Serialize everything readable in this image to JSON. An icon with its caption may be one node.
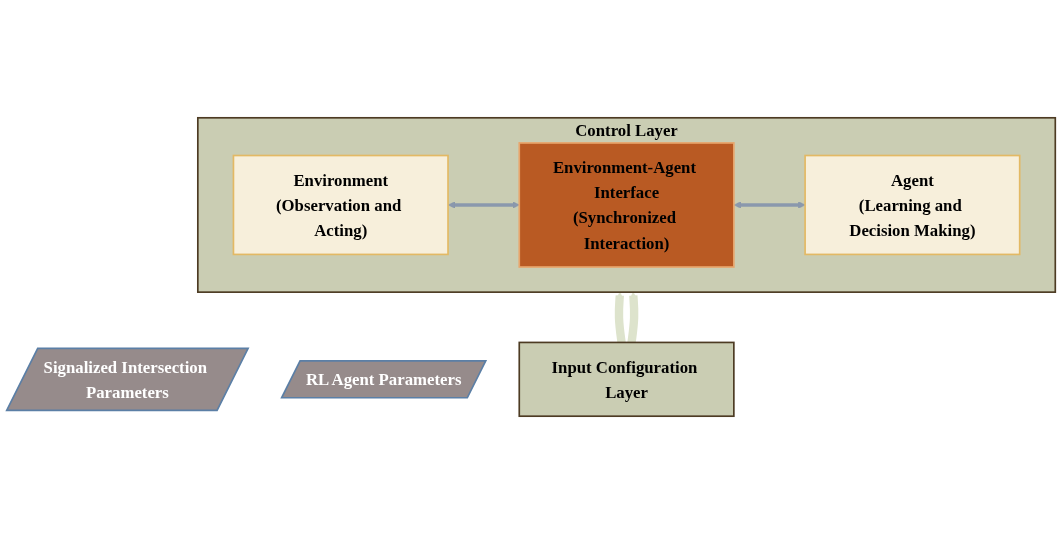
{
  "diagram": {
    "nodes": [
      {
        "text": [
          "Control Layer"
        ]
      },
      {
        "text": [
          "Environment",
          "(Observation and Acting)"
        ],
        "in": 0
      },
      {
        "text": [
          "Environment-Agent Interface",
          "(Synchronized Interaction)"
        ],
        "in": 0
      },
      {
        "text": [
          "Agent",
          "(Learning and Decision Making)"
        ],
        "in": 0
      },
      {
        "text": [
          "Signalized Intersection Parameters"
        ]
      },
      {
        "text": [
          "RL Agent Parameters"
        ]
      },
      {
        "text": [
          "Input Configuration Layer"
        ]
      }
    ],
    "edges": [
      {
        "from": 1,
        "to": 2,
        "arrow": "both"
      },
      {
        "from": 2,
        "to": 3,
        "arrow": "both"
      },
      {
        "from": 6,
        "to": 0,
        "arrow": "to",
        "style": "thick",
        "color": "#dde3cc"
      },
      {
        "from": 6,
        "to": 0,
        "arrow": "to",
        "style": "thick",
        "color": "#dde3cc"
      }
    ]
  }
}
